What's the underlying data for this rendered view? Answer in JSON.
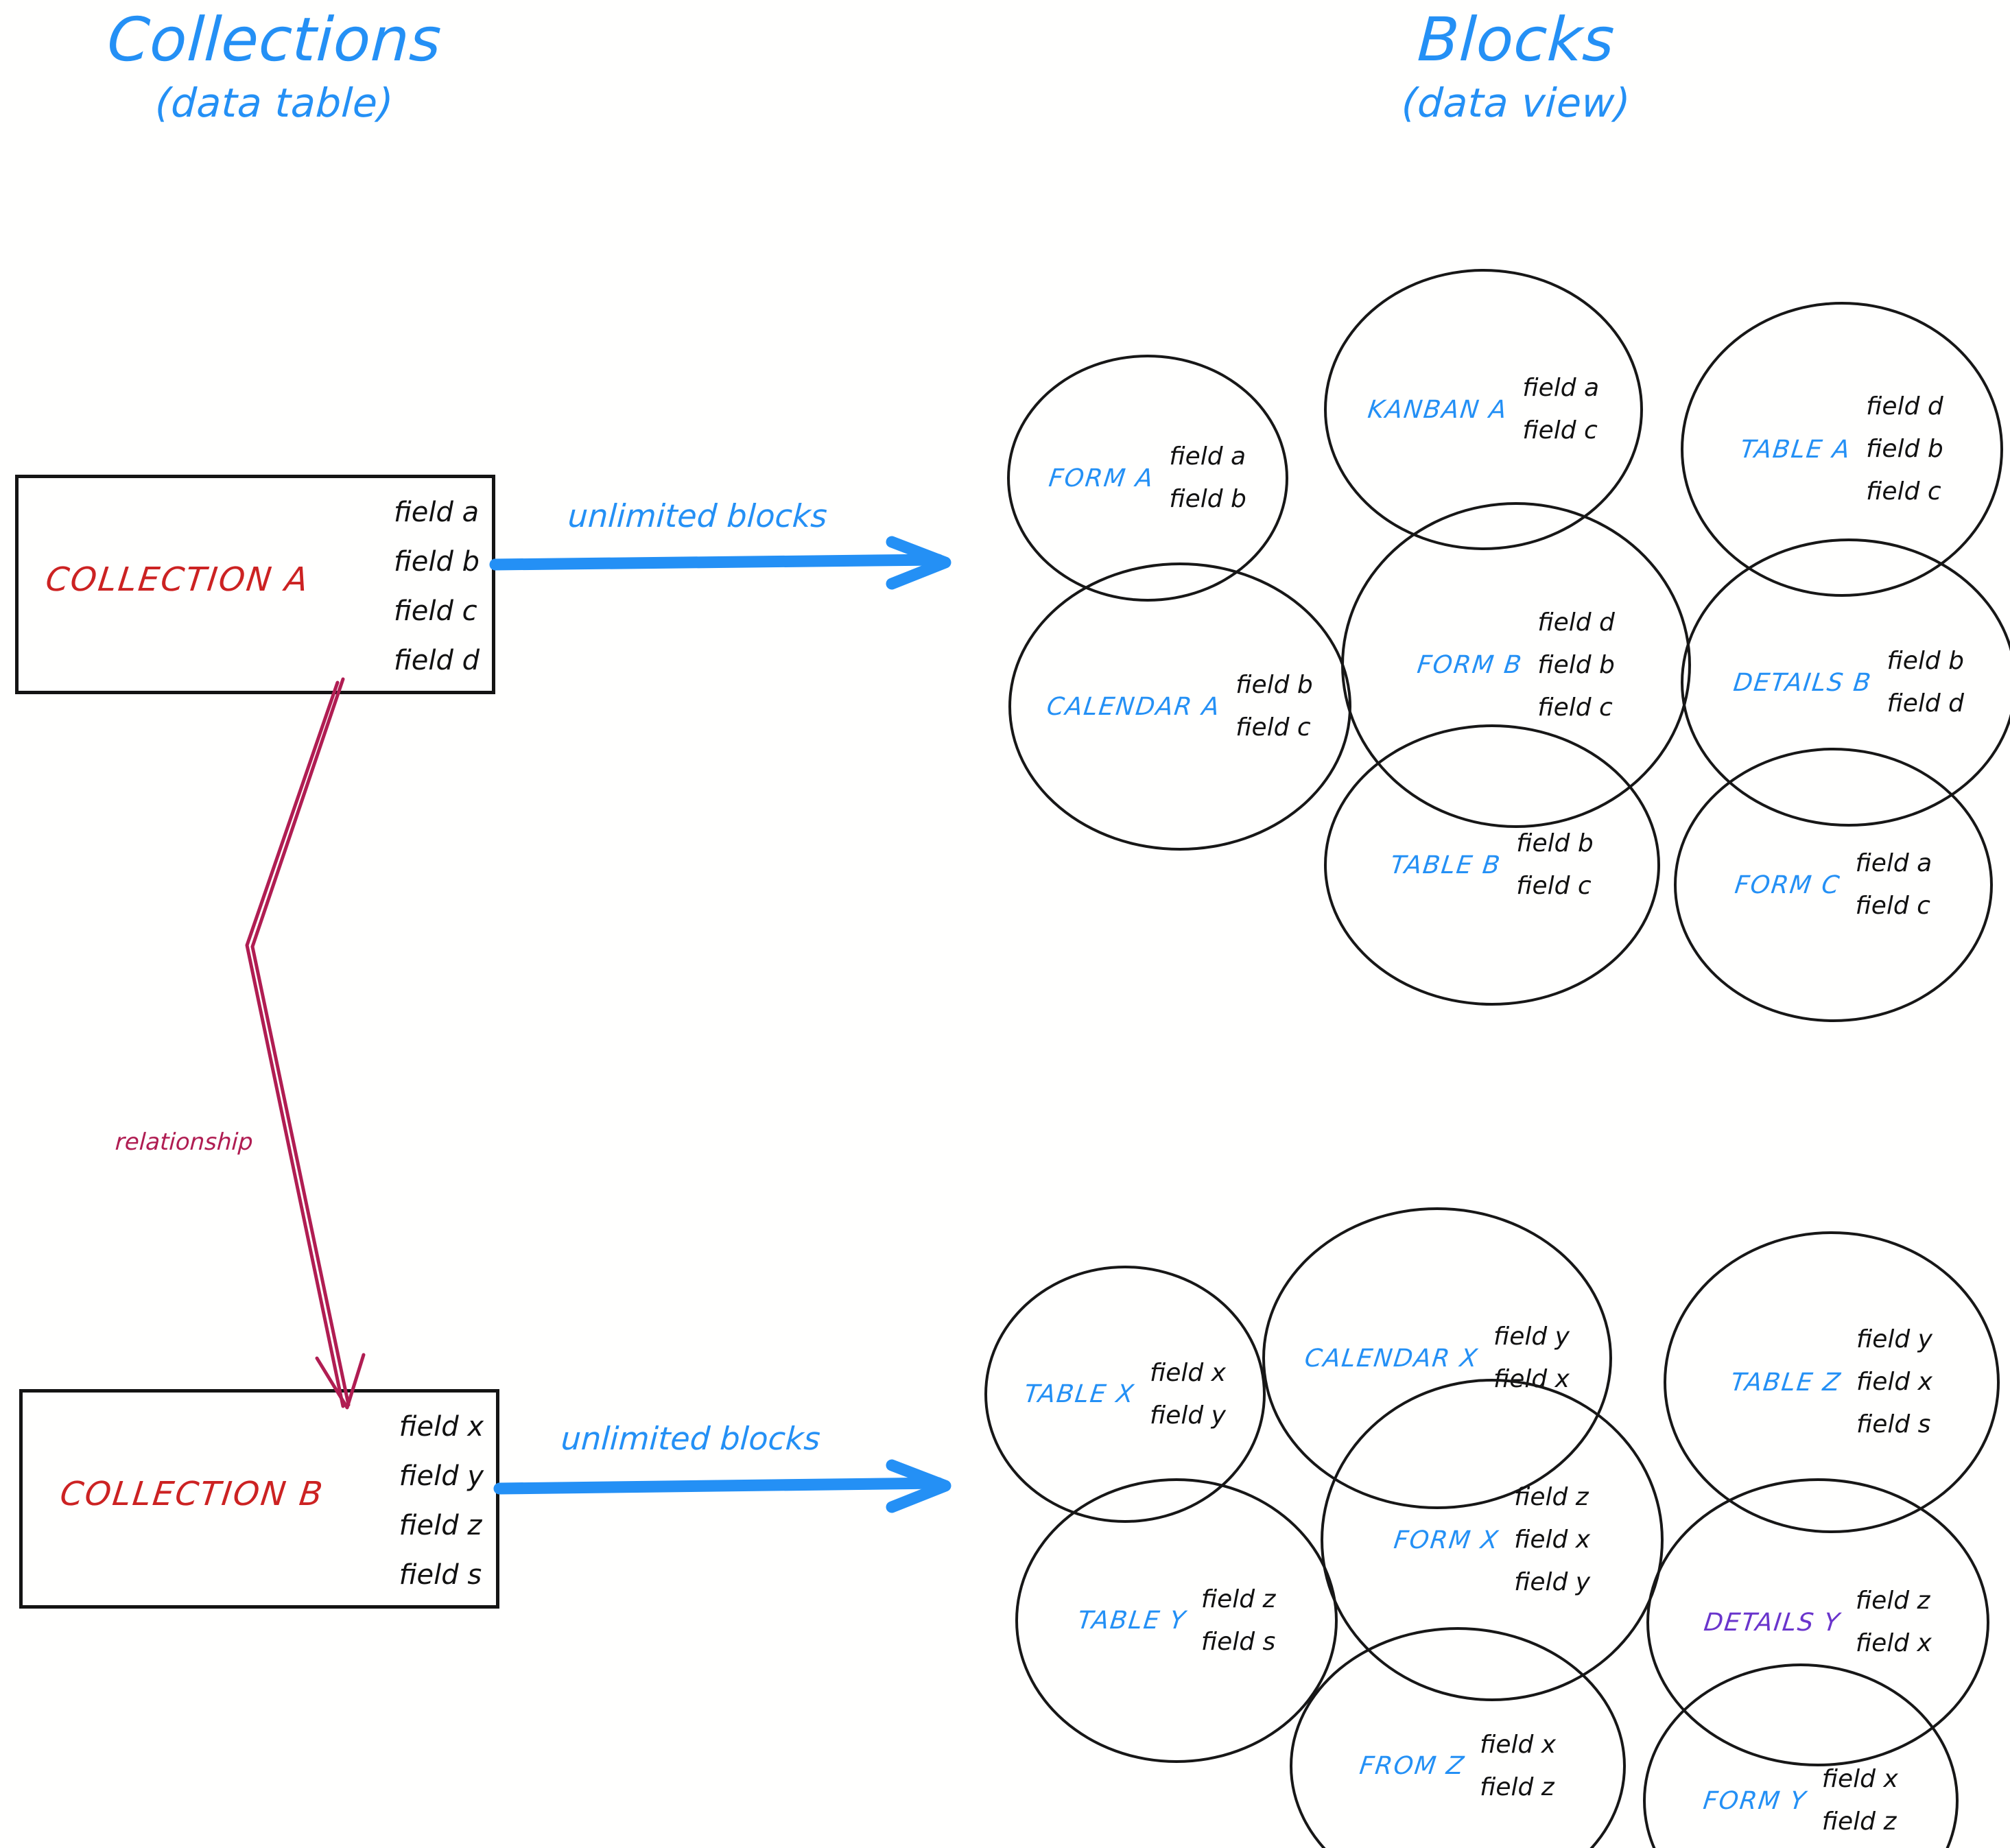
{
  "headings": {
    "left": {
      "main": "Collections",
      "sub": "(data table)"
    },
    "right": {
      "main": "Blocks",
      "sub": "(data view)"
    }
  },
  "colors": {
    "accent_blue": "#2490f5",
    "collection_red": "#cc2222",
    "relationship_crimson": "#b01d52",
    "details_purple": "#6a35cc",
    "ink_black": "#171717"
  },
  "collections": [
    {
      "name": "COLLECTION A",
      "fields": [
        "field a",
        "field b",
        "field c",
        "field d"
      ]
    },
    {
      "name": "COLLECTION B",
      "fields": [
        "field x",
        "field y",
        "field z",
        "field s"
      ]
    }
  ],
  "arrows": {
    "top_label": "unlimited blocks",
    "bottom_label": "unlimited blocks",
    "relationship_label": "relationship"
  },
  "block_groups": [
    {
      "source": "COLLECTION A",
      "blocks": [
        {
          "label": "FORM A",
          "fields": [
            "field a",
            "field b"
          ],
          "color": "blue"
        },
        {
          "label": "KANBAN A",
          "fields": [
            "field a",
            "field c"
          ],
          "color": "blue"
        },
        {
          "label": "TABLE A",
          "fields": [
            "field d",
            "field b",
            "field c"
          ],
          "color": "blue"
        },
        {
          "label": "CALENDAR A",
          "fields": [
            "field b",
            "field c"
          ],
          "color": "blue"
        },
        {
          "label": "FORM B",
          "fields": [
            "field d",
            "field b",
            "field c"
          ],
          "color": "blue"
        },
        {
          "label": "DETAILS B",
          "fields": [
            "field b",
            "field d"
          ],
          "color": "blue"
        },
        {
          "label": "TABLE B",
          "fields": [
            "field b",
            "field c"
          ],
          "color": "blue"
        },
        {
          "label": "FORM C",
          "fields": [
            "field a",
            "field c"
          ],
          "color": "blue"
        }
      ]
    },
    {
      "source": "COLLECTION B",
      "blocks": [
        {
          "label": "TABLE X",
          "fields": [
            "field x",
            "field y"
          ],
          "color": "blue"
        },
        {
          "label": "CALENDAR X",
          "fields": [
            "field y",
            "field x"
          ],
          "color": "blue"
        },
        {
          "label": "TABLE Z",
          "fields": [
            "field y",
            "field x",
            "field s"
          ],
          "color": "blue"
        },
        {
          "label": "TABLE Y",
          "fields": [
            "field z",
            "field s"
          ],
          "color": "blue"
        },
        {
          "label": "FORM X",
          "fields": [
            "field z",
            "field x",
            "field y"
          ],
          "color": "blue"
        },
        {
          "label": "DETAILS Y",
          "fields": [
            "field z",
            "field x"
          ],
          "color": "purple"
        },
        {
          "label": "FROM Z",
          "fields": [
            "field x",
            "field z"
          ],
          "color": "blue"
        },
        {
          "label": "FORM Y",
          "fields": [
            "field x",
            "field z"
          ],
          "color": "blue"
        }
      ]
    }
  ]
}
